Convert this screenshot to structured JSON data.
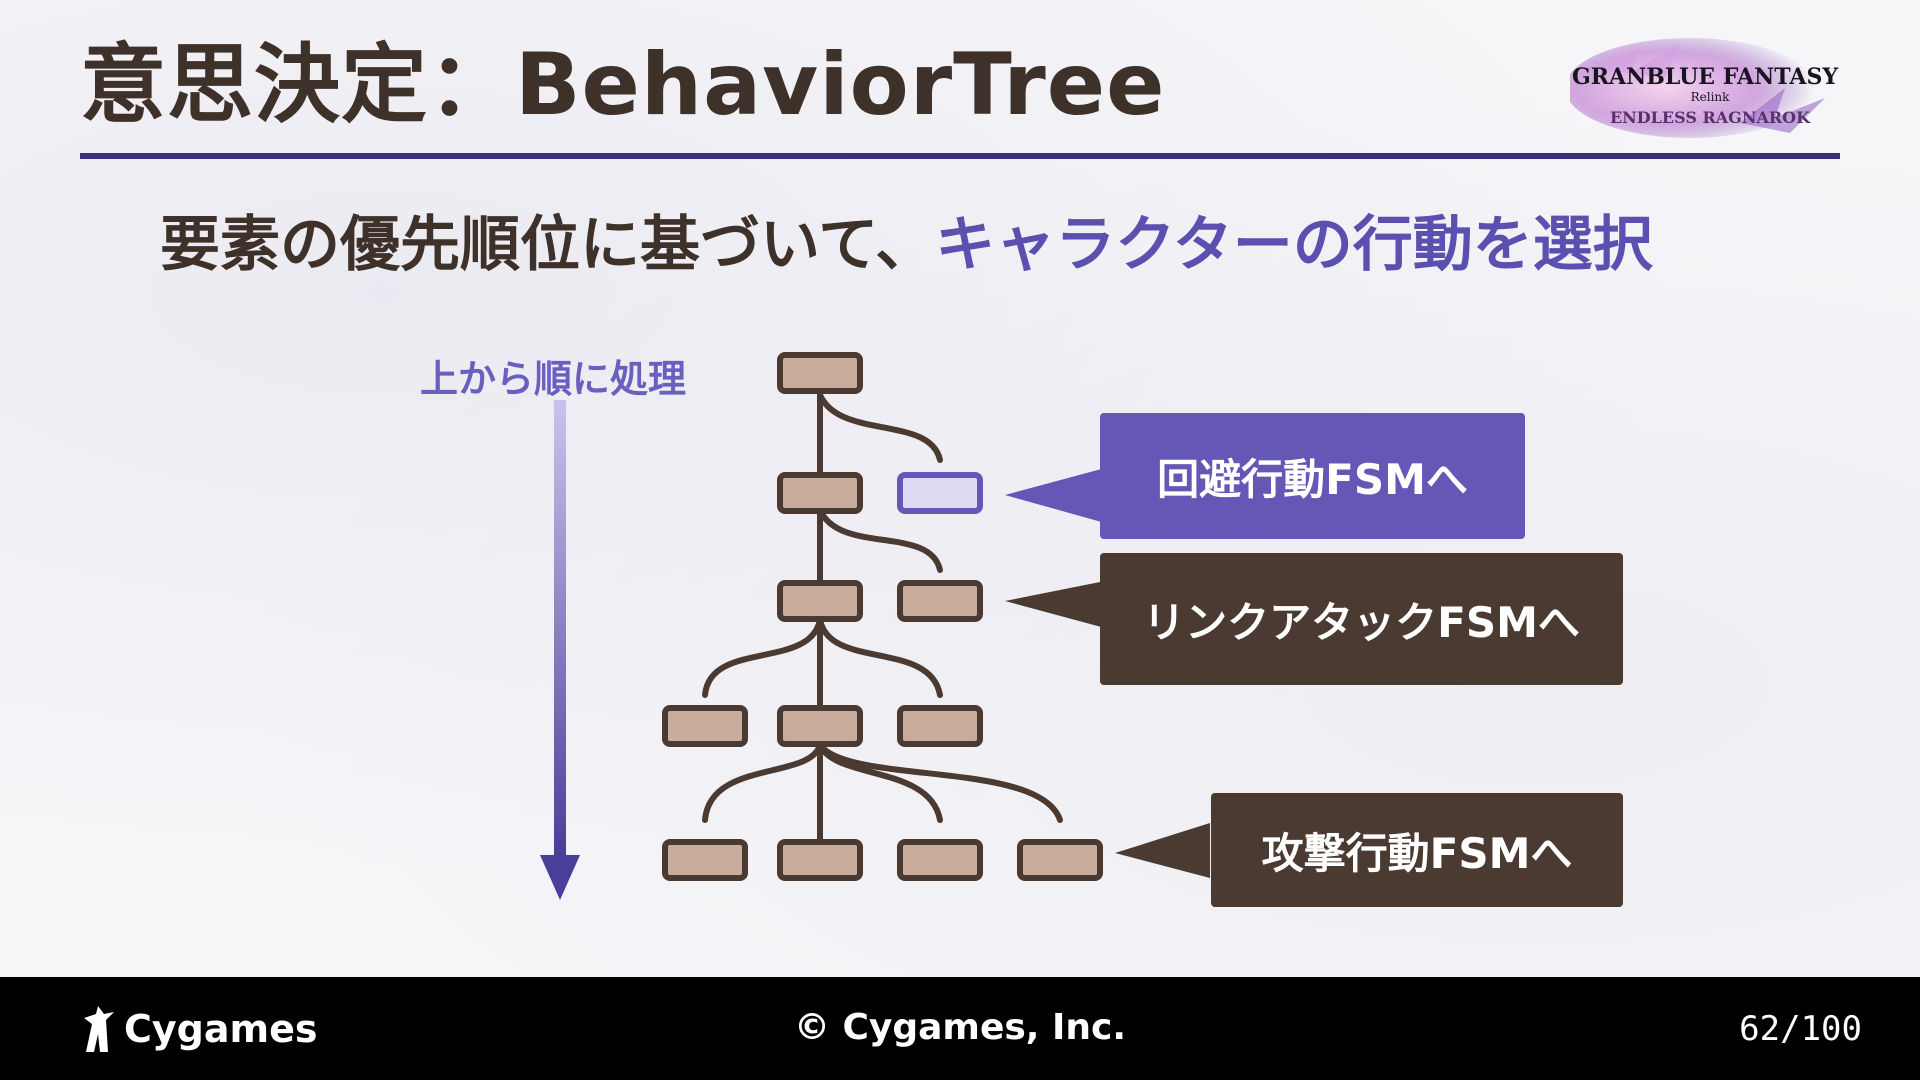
{
  "slide": {
    "title": "意思決定：BehaviorTree",
    "subtitle_main": "要素の優先順位に基づいて、",
    "subtitle_accent": "キャラクターの行動を選択"
  },
  "logo": {
    "line1": "GRANBLUE FANTASY",
    "line2": "Relink",
    "line3": "ENDLESS RAGNAROK"
  },
  "diagram": {
    "order_label": "上から順に処理",
    "callouts": [
      {
        "label": "回避行動FSMへ",
        "color": "#6457b6"
      },
      {
        "label": "リンクアタックFSMへ",
        "color": "#4a3a31"
      },
      {
        "label": "攻撃行動FSMへ",
        "color": "#4a3a31"
      }
    ],
    "colors": {
      "node_fill": "#c9ac9b",
      "node_stroke": "#4a3a31",
      "highlight_fill": "#dcdaf2",
      "highlight_stroke": "#6457b6",
      "arrow": "#4a3f98"
    }
  },
  "footer": {
    "brand": "Cygames",
    "copyright": "© Cygames, Inc.",
    "page": "62/100"
  }
}
